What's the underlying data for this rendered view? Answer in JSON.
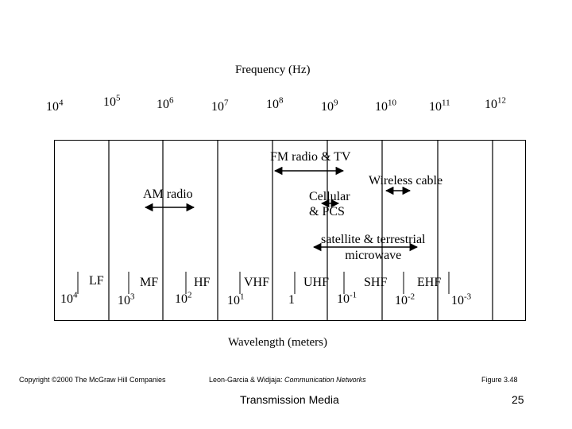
{
  "top_label": "Frequency (Hz)",
  "bottom_label": "Wavelength (meters)",
  "frequency_ticks": [
    {
      "base": "10",
      "exp": "4"
    },
    {
      "base": "10",
      "exp": "5"
    },
    {
      "base": "10",
      "exp": "6"
    },
    {
      "base": "10",
      "exp": "7"
    },
    {
      "base": "10",
      "exp": "8"
    },
    {
      "base": "10",
      "exp": "9"
    },
    {
      "base": "10",
      "exp": "10"
    },
    {
      "base": "10",
      "exp": "11"
    },
    {
      "base": "10",
      "exp": "12"
    }
  ],
  "wavelength_ticks": [
    {
      "base": "10",
      "exp": "4"
    },
    {
      "base": "10",
      "exp": "3"
    },
    {
      "base": "10",
      "exp": "2"
    },
    {
      "base": "10",
      "exp": "1"
    },
    {
      "base": "1",
      "exp": ""
    },
    {
      "base": "10",
      "exp": "-1"
    },
    {
      "base": "10",
      "exp": "-2"
    },
    {
      "base": "10",
      "exp": "-3"
    }
  ],
  "bands": [
    "LF",
    "MF",
    "HF",
    "VHF",
    "UHF",
    "SHF",
    "EHF"
  ],
  "applications": {
    "fm": "FM radio & TV",
    "wireless_cable": "Wireless cable",
    "am": "AM radio",
    "cellular_line1": "Cellular",
    "cellular_line2": "& PCS",
    "satellite_line1": "satellite & terrestrial",
    "satellite_line2": "microwave"
  },
  "footer": {
    "copyright": "Copyright ©2000 The McGraw Hill Companies",
    "authors": "Leon-Garcia & Widjaja:  ",
    "book": "Communication Networks",
    "figure": "Figure 3.48",
    "section": "Transmission Media",
    "page": "25"
  }
}
